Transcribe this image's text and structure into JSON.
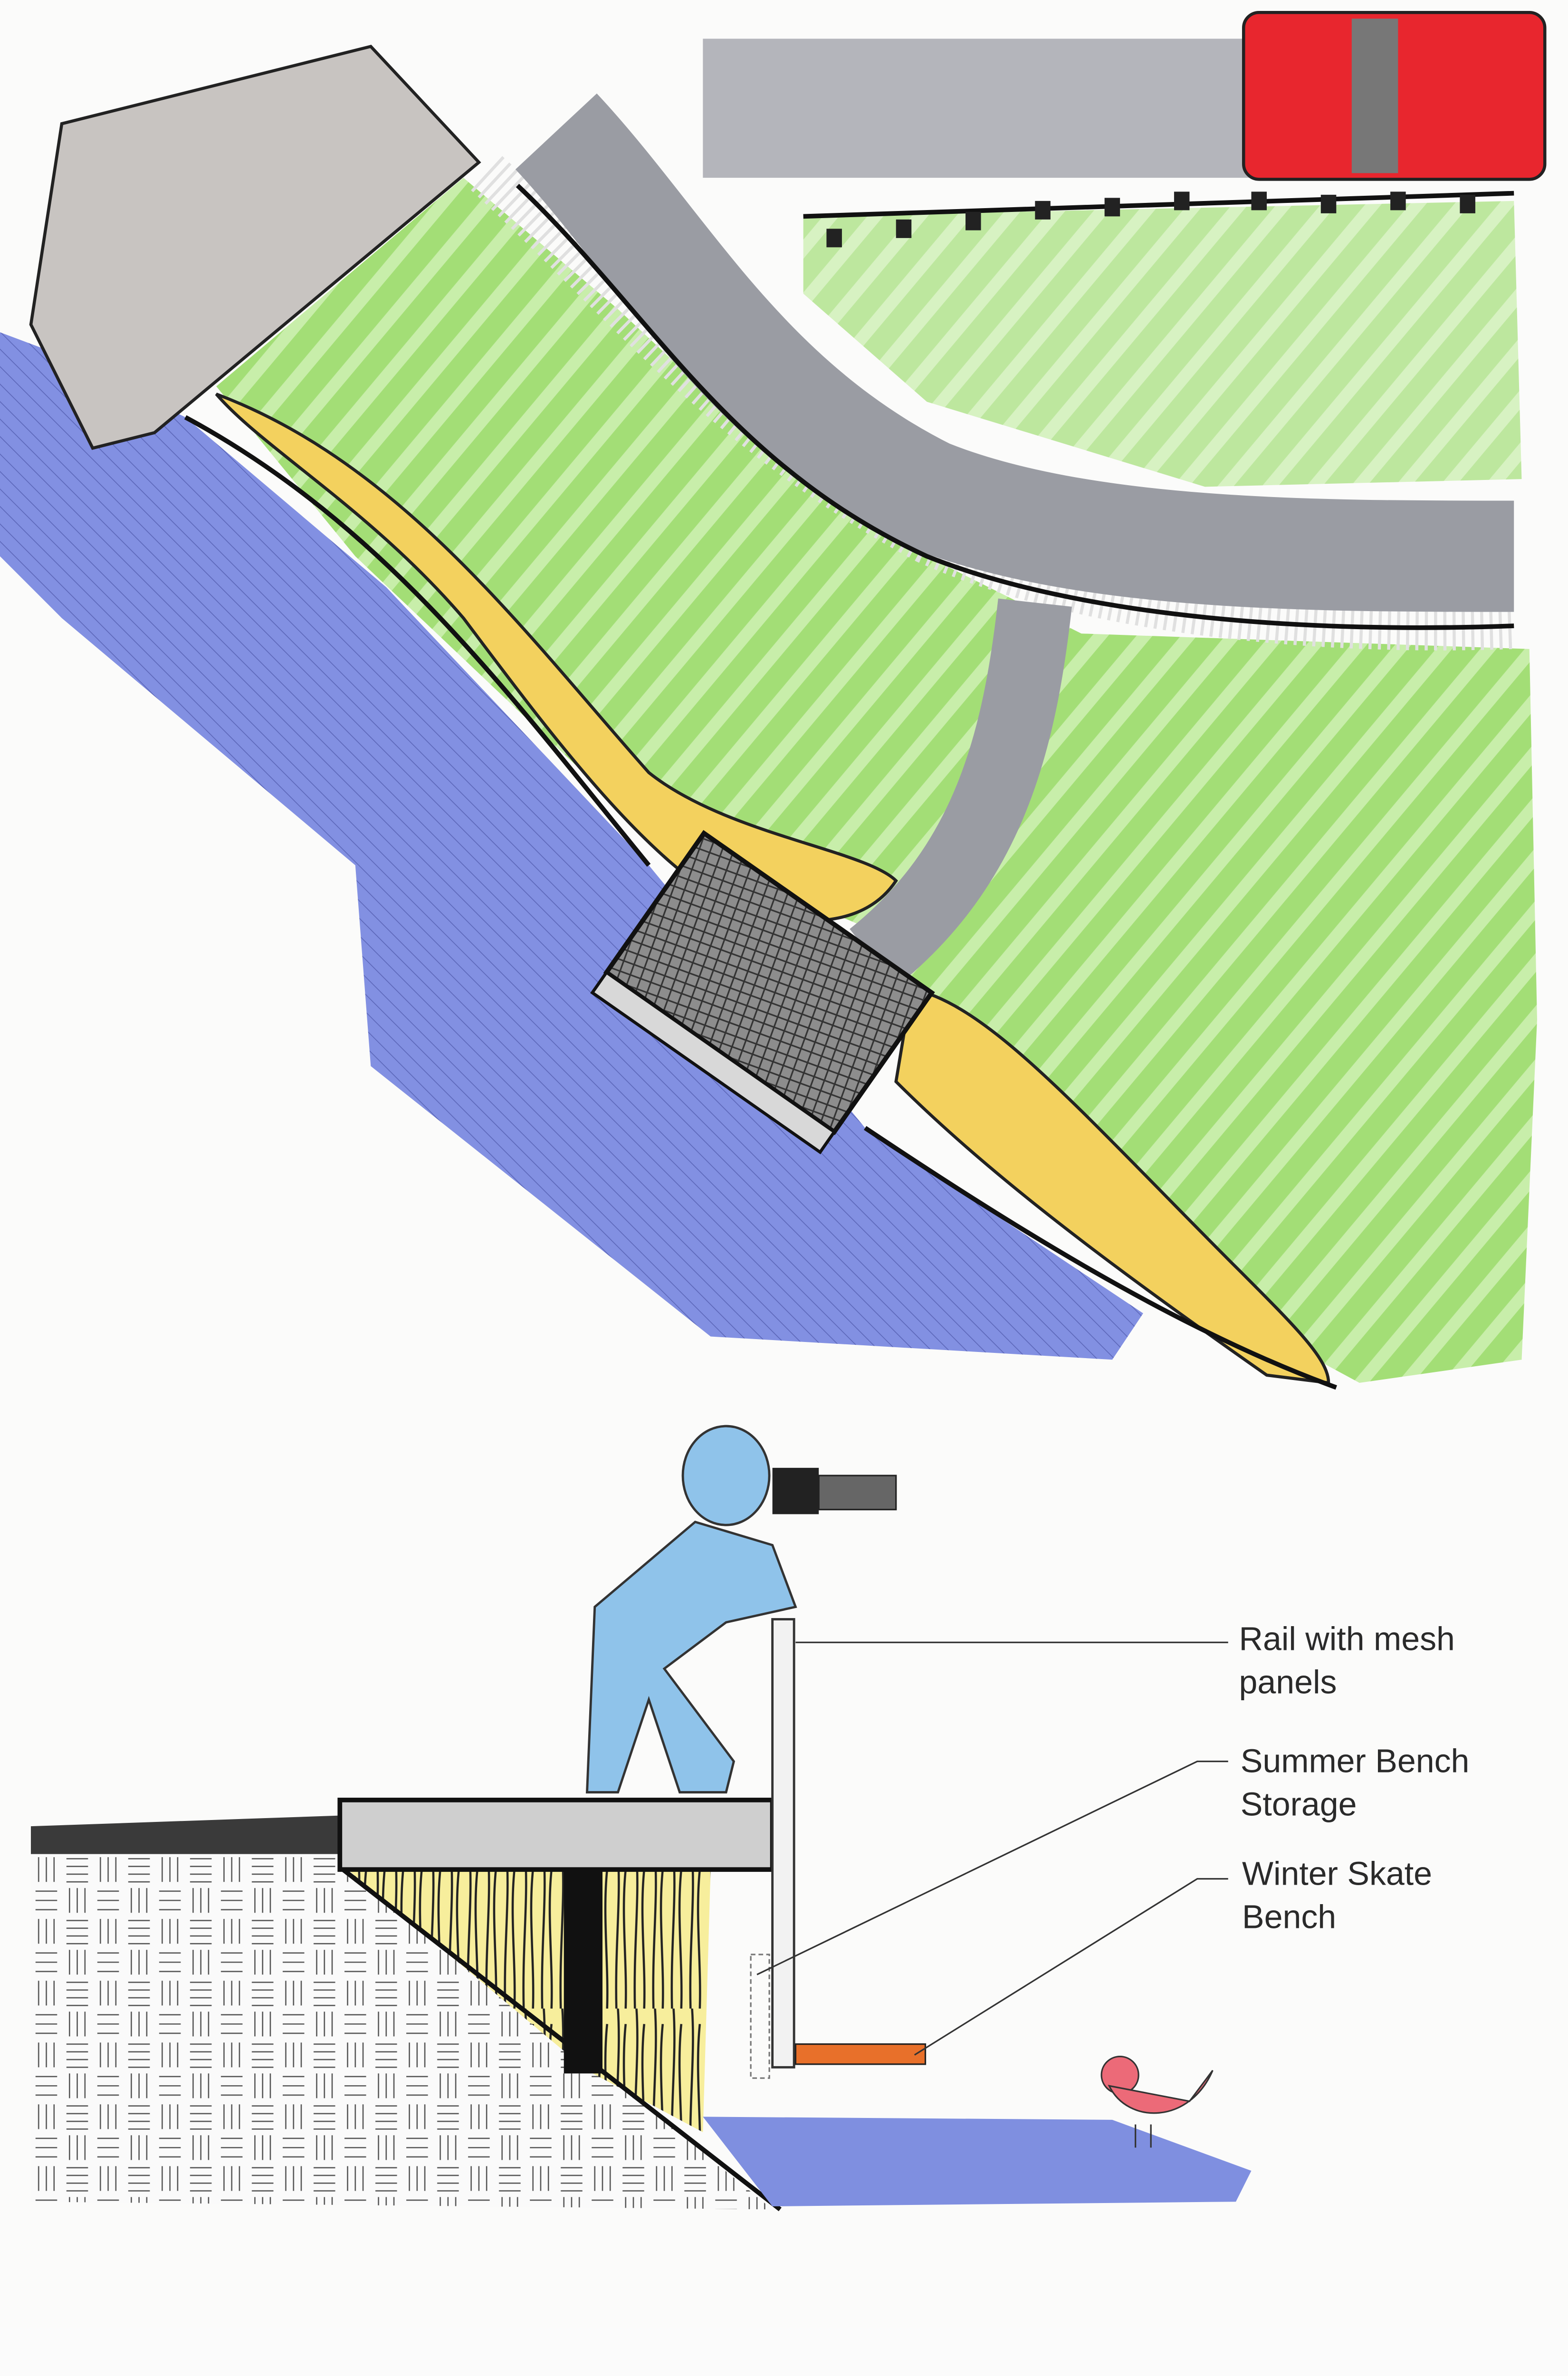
{
  "section_labels": {
    "rail": {
      "lines": [
        "Rail with mesh",
        "panels"
      ]
    },
    "summer": {
      "lines": [
        "Summer Bench",
        "Storage"
      ]
    },
    "winter": {
      "lines": [
        "Winter Skate",
        "Bench"
      ]
    }
  },
  "colors": {
    "water": "#7f8fe0",
    "lawn": "#a6e07a",
    "shrub": "#f3d15e",
    "paving": "#9a9ca3",
    "plaza": "#c9c5c2",
    "car": "#e8262e",
    "person": "#8fc3ea",
    "bench": "#e8702a",
    "bird": "#ec6a78"
  }
}
